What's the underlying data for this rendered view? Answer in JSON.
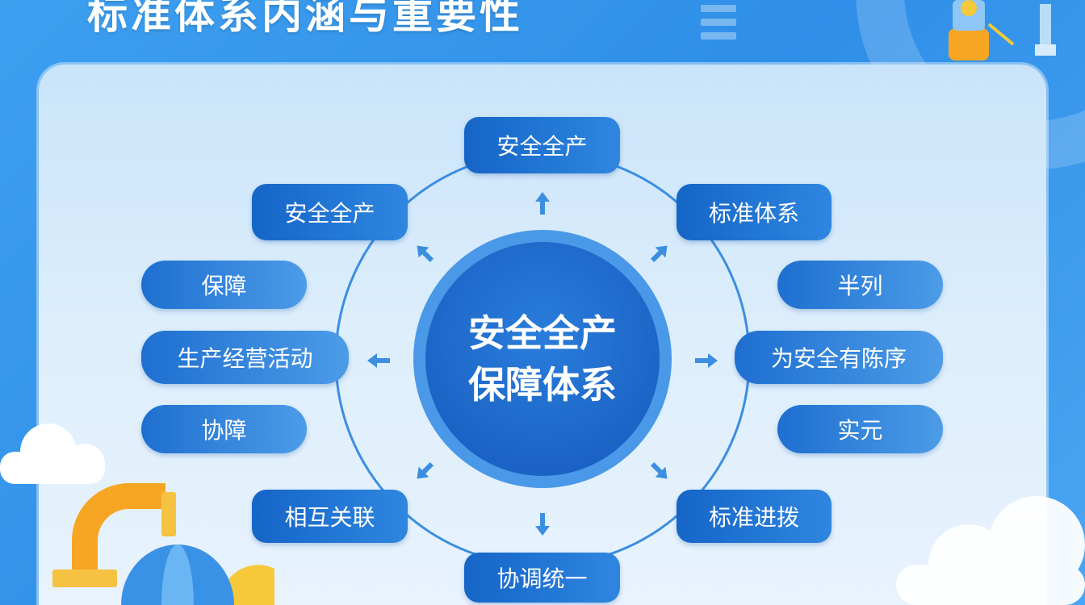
{
  "title": "标准体系内涵与重要性",
  "center": {
    "line1": "安全全产",
    "line2": "保障体系"
  },
  "nodes": {
    "top": "安全全产",
    "top_right": "标准体系",
    "top_left": "安全全产",
    "left_1": "保障",
    "left_2": "生产经营活动",
    "left_3": "协障",
    "bottom_left": "相互关联",
    "bottom": "协调统一",
    "bottom_right": "标准进拨",
    "right_1": "半列",
    "right_2": "为安全有陈序",
    "right_3": "实元"
  },
  "colors": {
    "background": "#3d9ff0",
    "node": "#1565c7",
    "center": "#1559bd",
    "ring": "#3b8ee0"
  }
}
